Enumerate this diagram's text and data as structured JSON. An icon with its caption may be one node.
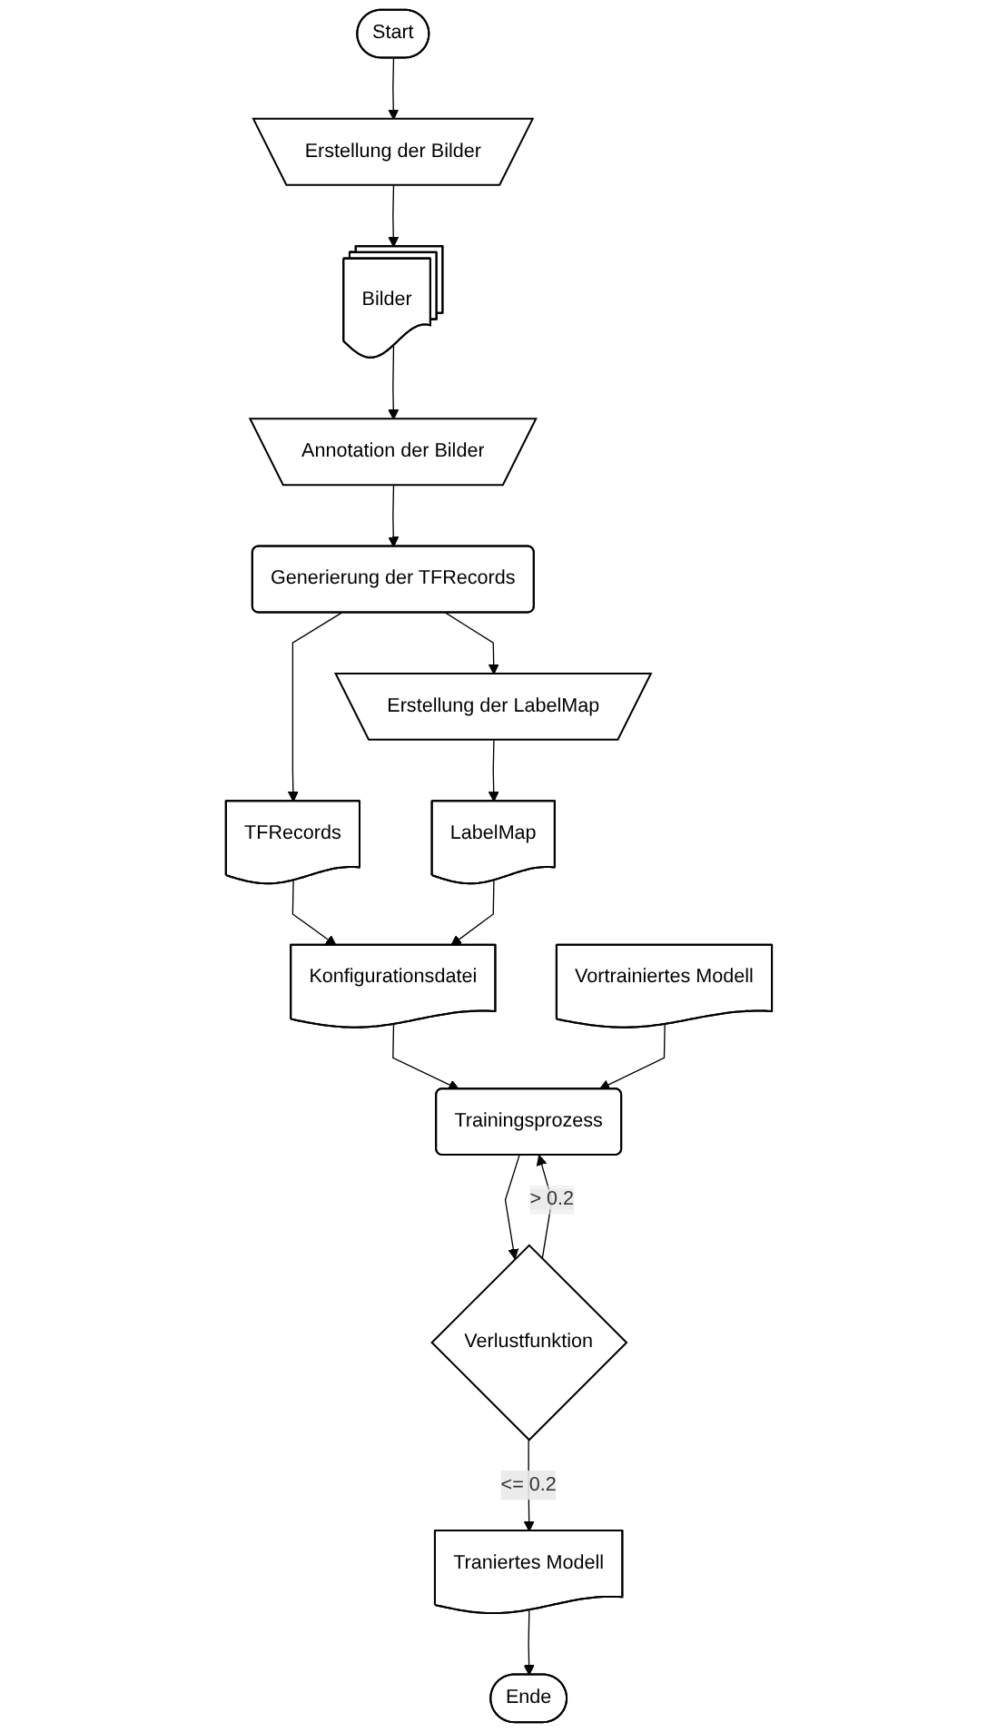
{
  "diagram": {
    "nodes": [
      {
        "text": [
          "Start"
        ]
      },
      {
        "text": [
          "Erstellung der Bilder"
        ]
      },
      {
        "text": [
          "Bilder"
        ]
      },
      {
        "text": [
          "Annotation der Bilder"
        ]
      },
      {
        "text": [
          "Generierung der TFRecords"
        ]
      },
      {
        "text": [
          "Erstellung der LabelMap"
        ]
      },
      {
        "text": [
          "TFRecords"
        ]
      },
      {
        "text": [
          "LabelMap"
        ]
      },
      {
        "text": [
          "Konfigurationsdatei"
        ]
      },
      {
        "text": [
          "Vortrainiertes Modell"
        ]
      },
      {
        "text": [
          "Trainingsprozess"
        ]
      },
      {
        "text": [
          "Verlustfunktion"
        ]
      },
      {
        "text": [
          "Traniertes Modell"
        ]
      },
      {
        "text": [
          "Ende"
        ]
      }
    ],
    "edges": [
      {
        "from": 0,
        "to": 1,
        "arrow": "to"
      },
      {
        "from": 1,
        "to": 2,
        "arrow": "to"
      },
      {
        "from": 2,
        "to": 3,
        "arrow": "to"
      },
      {
        "from": 3,
        "to": 4,
        "arrow": "to"
      },
      {
        "from": 4,
        "to": 5,
        "arrow": "to"
      },
      {
        "from": 4,
        "to": 6,
        "arrow": "to"
      },
      {
        "from": 5,
        "to": 7,
        "arrow": "to"
      },
      {
        "from": 6,
        "to": 8,
        "arrow": "to"
      },
      {
        "from": 7,
        "to": 8,
        "arrow": "to"
      },
      {
        "from": 8,
        "to": 10,
        "arrow": "to"
      },
      {
        "from": 9,
        "to": 10,
        "arrow": "to"
      },
      {
        "from": 10,
        "to": 11,
        "arrow": "to"
      },
      {
        "from": 11,
        "to": 12,
        "label": "<= 0.2",
        "arrow": "to"
      },
      {
        "from": 11,
        "to": 10,
        "label": "> 0.2",
        "arrow": "to"
      },
      {
        "from": 12,
        "to": 13,
        "arrow": "to"
      }
    ]
  }
}
